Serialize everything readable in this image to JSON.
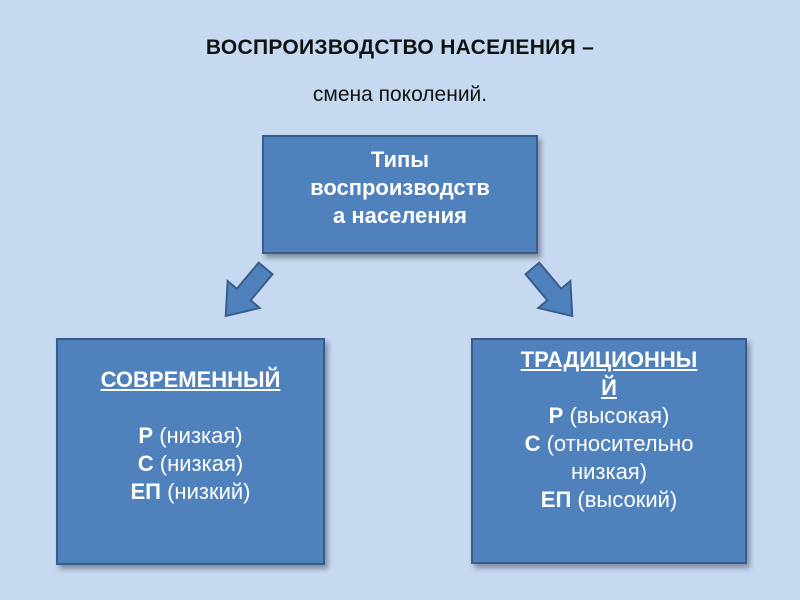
{
  "title": "ВОСПРОИЗВОДСТВО  НАСЕЛЕНИЯ –",
  "subtitle": "смена поколений.",
  "center_box": {
    "lines": [
      "Типы",
      "воспроизводств",
      "а  населения"
    ]
  },
  "left_box": {
    "heading": "СОВРЕМЕННЫЙ",
    "rows": [
      {
        "key": "Р",
        "value": " (низкая)"
      },
      {
        "key": "С",
        "value": "(низкая)"
      },
      {
        "key": "ЕП",
        "value": "(низкий)"
      }
    ]
  },
  "right_box": {
    "heading_lines": [
      "ТРАДИЦИОННЫ",
      "Й"
    ],
    "rows": [
      {
        "key": "Р",
        "value": "(высокая)"
      },
      {
        "key": "С",
        "value": "(относительно"
      },
      {
        "key": "",
        "value": "низкая)"
      },
      {
        "key": "ЕП",
        "value": "(высокий)"
      }
    ]
  },
  "colors": {
    "background": "#c6d9f1",
    "box_fill": "#4f81bd",
    "box_border": "#385d8a",
    "text_on_box": "#ffffff"
  },
  "icons": [
    "arrow-down-left-icon",
    "arrow-down-right-icon"
  ]
}
